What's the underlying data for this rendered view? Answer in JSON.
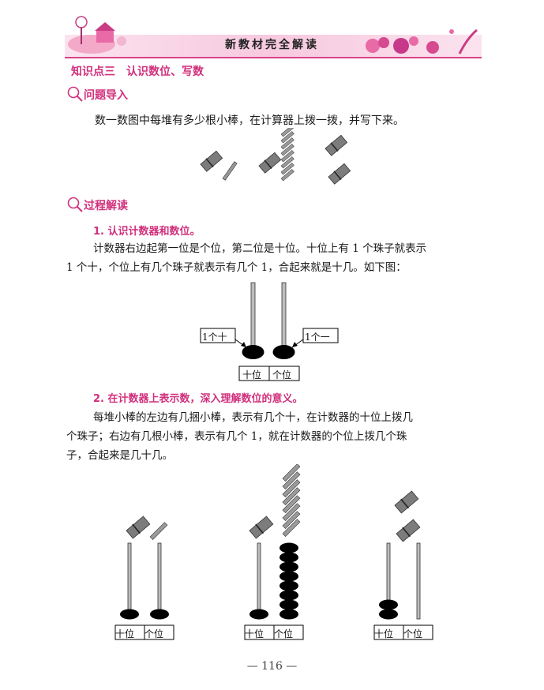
{
  "header": {
    "title": "新教材完全解读"
  },
  "section": {
    "title": "知识点三　认识数位、写数"
  },
  "intro": {
    "heading": "问题导入",
    "text": "数一数图中每堆有多少根小棒，在计算器上拨一拨，并写下来。"
  },
  "process": {
    "heading": "过程解读",
    "step1_title": "1. 认识计数器和数位。",
    "step1_line1": "计数器右边起第一位是个位，第二位是十位。十位上有 1 个珠子就表示",
    "step1_line2": "1 个十，个位上有几个珠子就表示有几个 1，合起来就是十几。如下图：",
    "abacus_label_tens": "1个十",
    "abacus_label_ones": "1个一",
    "place_tens": "十位",
    "place_ones": "个位",
    "step2_title": "2. 在计数器上表示数，深入理解数位的意义。",
    "step2_line1": "每堆小棒的左边有几捆小棒，表示有几个十，在计数器的十位上拨几",
    "step2_line2": "个珠子；右边有几根小棒，表示有几个 1，就在计数器的个位上拨几个珠",
    "step2_line3": "子，合起来是几十几。"
  },
  "abaci": [
    {
      "tens_beads": 1,
      "ones_beads": 1,
      "tens_label": "十位",
      "ones_label": "个位"
    },
    {
      "tens_beads": 1,
      "ones_beads": 8,
      "tens_label": "十位",
      "ones_label": "个位"
    },
    {
      "tens_beads": 2,
      "ones_beads": 0,
      "tens_label": "十位",
      "ones_label": "个位"
    }
  ],
  "page_number": "— 116 —",
  "colors": {
    "accent": "#d12f7c",
    "band": "#f7c9df",
    "stick": "#8a8a8a"
  }
}
